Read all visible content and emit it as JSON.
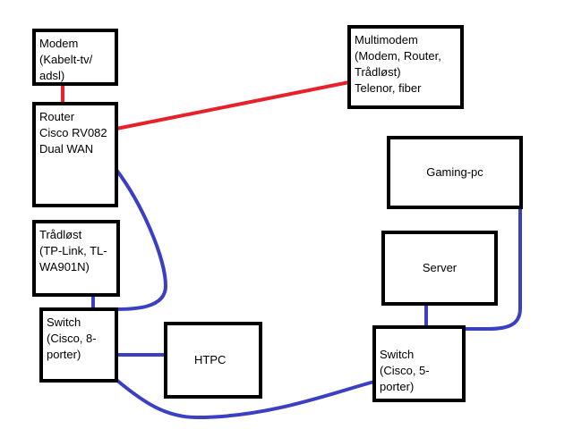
{
  "diagram": {
    "nodes": {
      "modem": {
        "lines": [
          "Modem",
          "(Kabelt-tv/",
          "adsl)"
        ]
      },
      "multimodem": {
        "lines": [
          "Multimodem",
          "(Modem, Router,",
          "Trådløst)",
          "Telenor, fiber"
        ]
      },
      "router": {
        "lines": [
          "Router",
          "Cisco RV082",
          "Dual WAN"
        ]
      },
      "gaming": {
        "lines": [
          "Gaming-pc"
        ]
      },
      "wireless": {
        "lines": [
          "Trådløst",
          "(TP-Link, TL-",
          "WA901N)"
        ]
      },
      "server": {
        "lines": [
          "Server"
        ]
      },
      "switch1": {
        "lines": [
          "Switch",
          "(Cisco, 8-",
          "porter)"
        ]
      },
      "htpc": {
        "lines": [
          "HTPC"
        ]
      },
      "switch2": {
        "lines": [
          "Switch",
          "(Cisco, 5-",
          "porter)"
        ]
      }
    },
    "colors": {
      "wan_link": "#e8202a",
      "lan_link": "#3b3fc4",
      "box_border": "#000000"
    }
  }
}
